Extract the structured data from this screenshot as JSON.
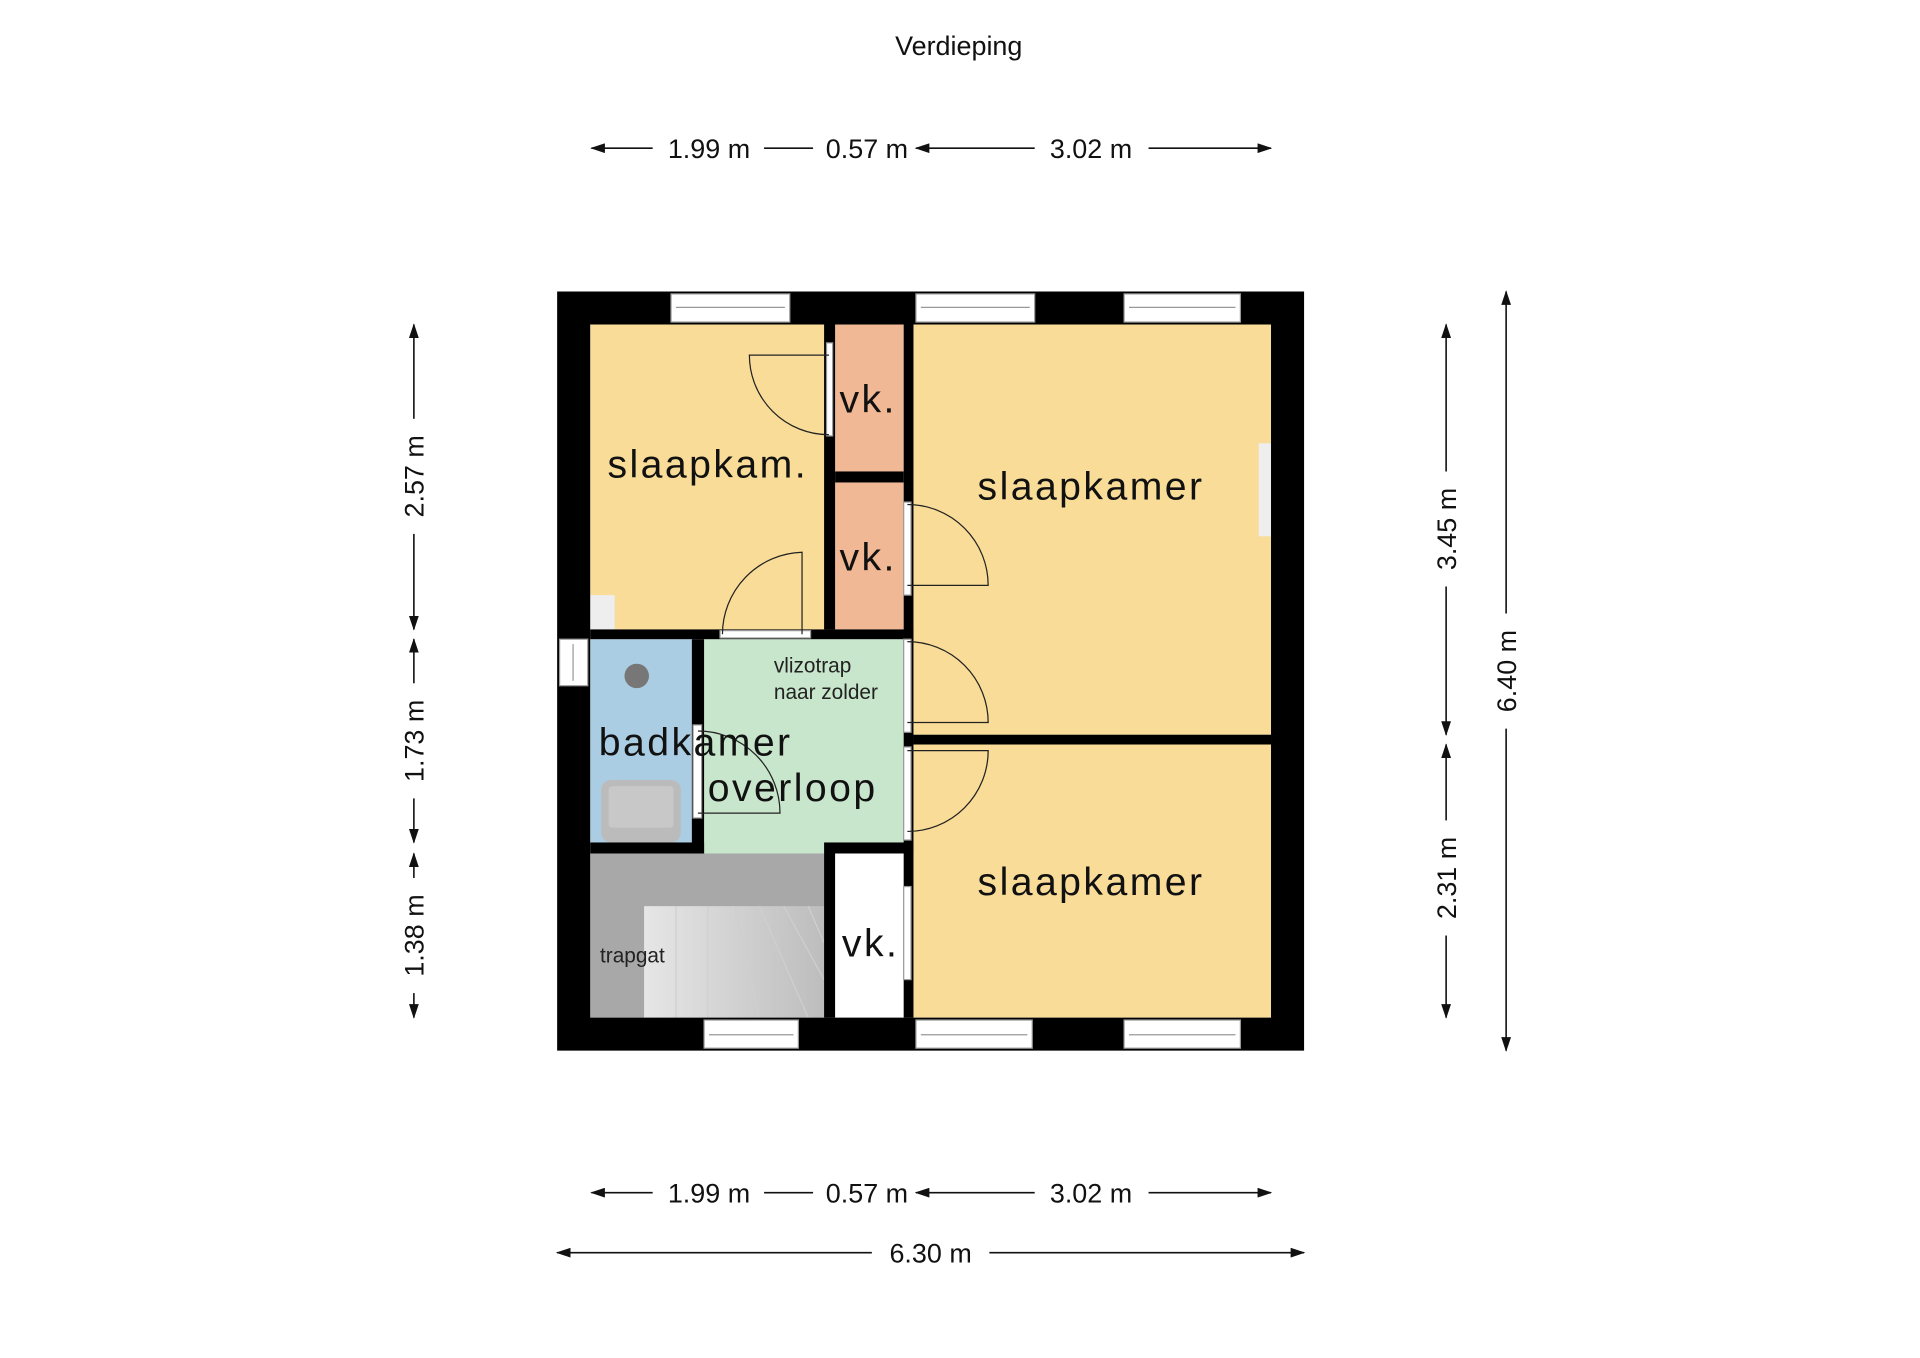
{
  "title": "Verdieping",
  "rooms": {
    "bedroom_small": "slaapkam.",
    "bedroom_large": "slaapkamer",
    "bedroom_bottom": "slaapkamer",
    "closet_1": "vk.",
    "closet_2": "vk.",
    "closet_3": "vk.",
    "bathroom": "badkamer",
    "landing": "overloop",
    "attic_ladder_1": "vlizotrap",
    "attic_ladder_2": "naar zolder",
    "stairwell": "trapgat"
  },
  "colors": {
    "bedroom": "#f8dc98",
    "closet": "#f0b895",
    "bathroom": "#abcde3",
    "landing": "#c8e6cb",
    "stairwell": "#a8a8a8"
  },
  "dimensions": {
    "top": [
      "1.99 m",
      "0.57 m",
      "3.02 m"
    ],
    "bottom": [
      "1.99 m",
      "0.57 m",
      "3.02 m"
    ],
    "total_width": "6.30 m",
    "left": [
      "2.57 m",
      "1.73 m",
      "1.38 m"
    ],
    "right": [
      "3.45 m",
      "2.31 m"
    ],
    "total_height": "6.40 m"
  }
}
